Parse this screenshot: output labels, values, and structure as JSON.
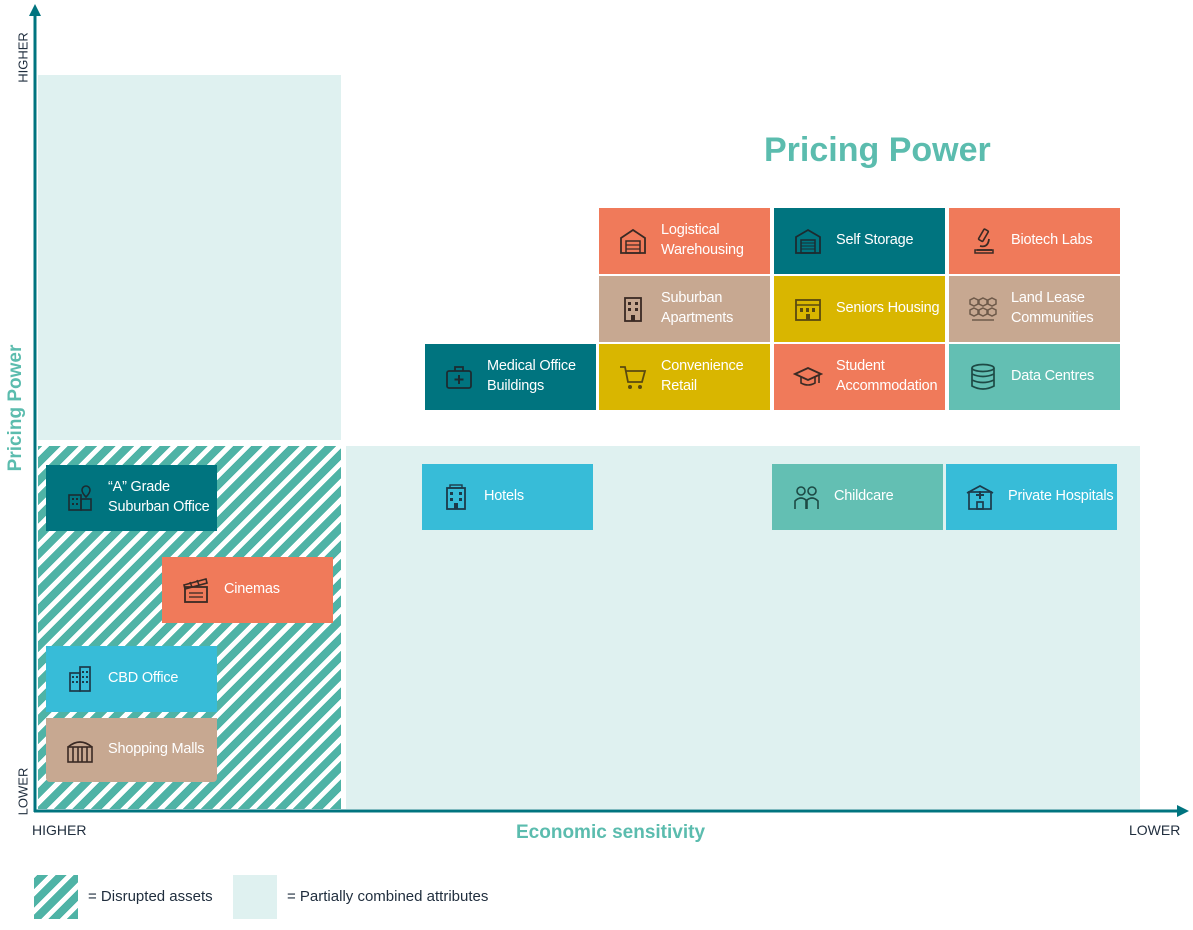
{
  "title": "Pricing Power",
  "y_axis": {
    "label": "Pricing Power",
    "top": "HIGHER",
    "bottom": "LOWER"
  },
  "x_axis": {
    "label": "Economic sensitivity",
    "left": "HIGHER",
    "right": "LOWER"
  },
  "colors": {
    "orange": "#f07a5a",
    "teal_dark": "#00747f",
    "tan": "#c7a891",
    "mustard": "#d9b600",
    "mint": "#63bfb3",
    "sky": "#37bcd8",
    "zone": "#dff1f0",
    "hatch": "#4fb3a6",
    "axis": "#00747f"
  },
  "tiles": [
    {
      "id": "logistical-warehousing",
      "label": "Logistical\nWarehousing",
      "color": "orange",
      "icon": "warehouse-icon"
    },
    {
      "id": "self-storage",
      "label": "Self Storage",
      "color": "teal_dark",
      "icon": "storage-unit-icon"
    },
    {
      "id": "biotech-labs",
      "label": "Biotech Labs",
      "color": "orange",
      "icon": "microscope-icon"
    },
    {
      "id": "suburban-apartments",
      "label": "Suburban\nApartments",
      "color": "tan",
      "icon": "apartment-building-icon"
    },
    {
      "id": "seniors-housing",
      "label": "Seniors Housing",
      "color": "mustard",
      "icon": "house-icon"
    },
    {
      "id": "land-lease-communities",
      "label": "Land Lease\nCommunities",
      "color": "tan",
      "icon": "community-icon"
    },
    {
      "id": "medical-office-buildings",
      "label": "Medical Office\nBuildings",
      "color": "teal_dark",
      "icon": "medical-bag-icon"
    },
    {
      "id": "convenience-retail",
      "label": "Convenience\nRetail",
      "color": "mustard",
      "icon": "shopping-cart-icon"
    },
    {
      "id": "student-accommodation",
      "label": "Student\nAccommodation",
      "color": "orange",
      "icon": "graduation-cap-icon"
    },
    {
      "id": "data-centres",
      "label": "Data Centres",
      "color": "mint",
      "icon": "database-icon"
    },
    {
      "id": "hotels",
      "label": "Hotels",
      "color": "sky",
      "icon": "hotel-icon"
    },
    {
      "id": "childcare",
      "label": "Childcare",
      "color": "mint",
      "icon": "children-icon"
    },
    {
      "id": "private-hospitals",
      "label": "Private Hospitals",
      "color": "sky",
      "icon": "hospital-icon"
    },
    {
      "id": "a-grade-suburban-office",
      "label": "“A” Grade\nSuburban Office",
      "color": "teal_dark",
      "icon": "office-location-icon"
    },
    {
      "id": "cinemas",
      "label": "Cinemas",
      "color": "orange",
      "icon": "clapperboard-icon"
    },
    {
      "id": "cbd-office",
      "label": "CBD Office",
      "color": "sky",
      "icon": "skyscraper-icon"
    },
    {
      "id": "shopping-malls",
      "label": "Shopping Malls",
      "color": "tan",
      "icon": "mall-icon"
    }
  ],
  "legend": {
    "disrupted": "= Disrupted assets",
    "partial": "= Partially combined attributes"
  }
}
